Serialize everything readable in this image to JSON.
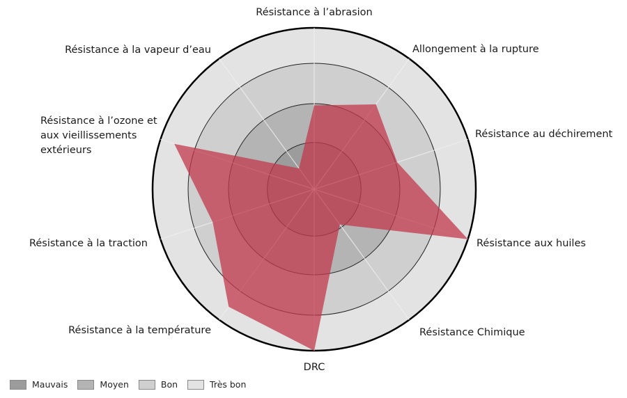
{
  "chart_data": {
    "type": "radar",
    "title": "",
    "axes": [
      "Résistance à l’abrasion",
      "Allongement à la rupture",
      "Résistance au déchirement",
      "Résistance aux huiles",
      "Résistance Chimique",
      "DRC",
      "Résistance à la température",
      "Résistance à la traction",
      "Résistance à l’ozone et aux vieillissements extérieurs",
      "Résistance à la vapeur d’eau"
    ],
    "values": [
      52,
      65,
      54,
      100,
      27,
      100,
      90,
      66,
      91,
      16
    ],
    "range": [
      0,
      100
    ],
    "levels": [
      {
        "name": "Mauvais",
        "upper": 29,
        "color": "#9c9c9c"
      },
      {
        "name": "Moyen",
        "upper": 53,
        "color": "#b4b4b4"
      },
      {
        "name": "Bon",
        "upper": 78,
        "color": "#cfcfcf"
      },
      {
        "name": "Très bon",
        "upper": 100,
        "color": "#e3e3e3"
      }
    ],
    "series_color": "#c23a4c",
    "legend_position": "bottom-left"
  }
}
